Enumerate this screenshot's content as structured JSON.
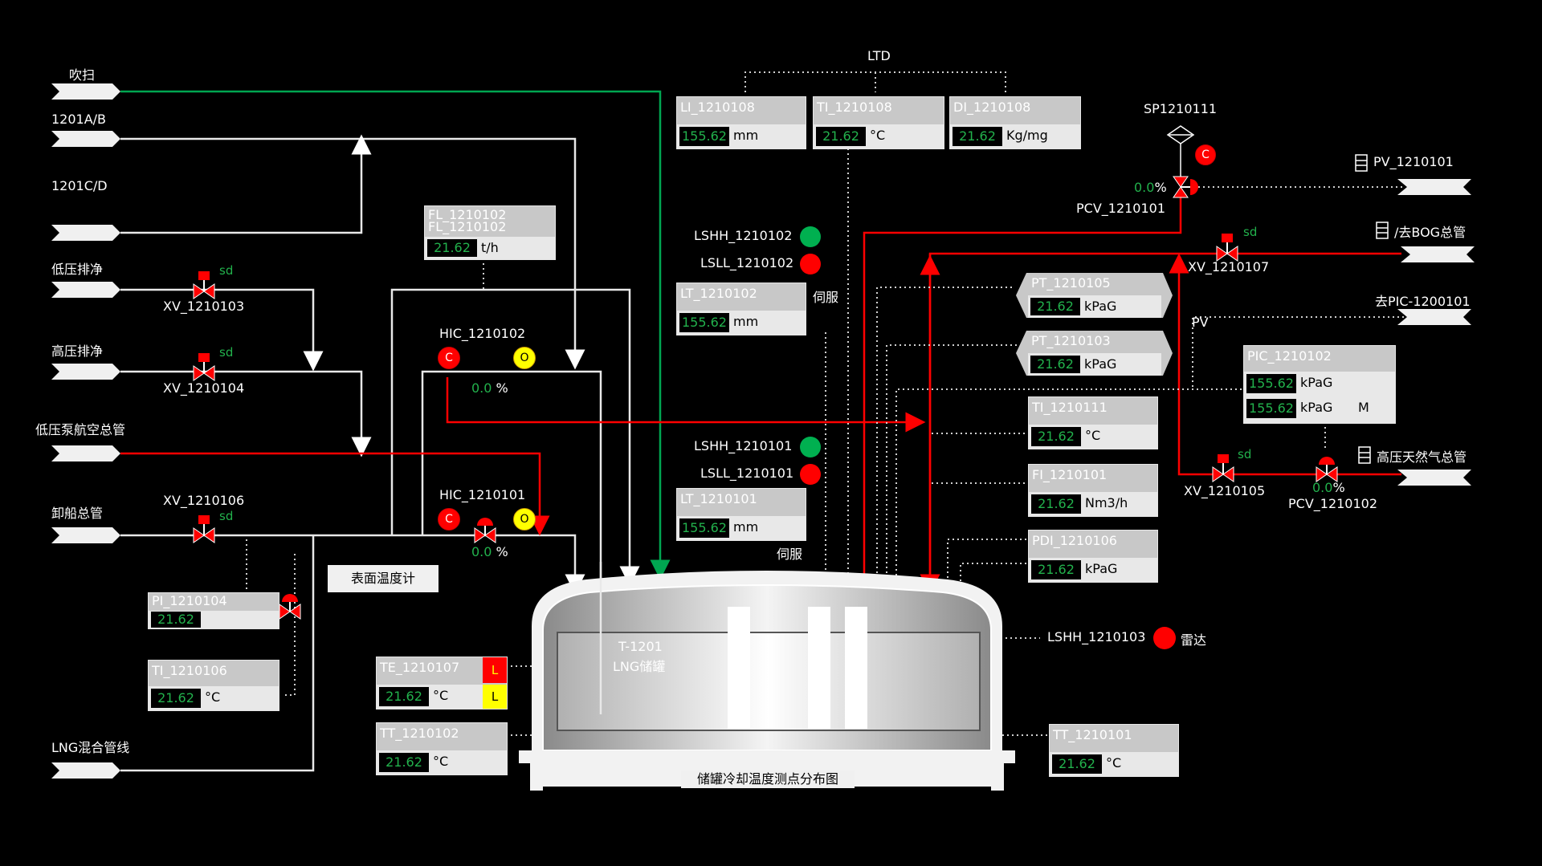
{
  "inlets": {
    "purge": "吹扫",
    "in_1201ab": "1201A/B",
    "in_1201cd": "1201C/D",
    "lp_drain": "低压排净",
    "hp_drain": "高压排净",
    "lp_pump_vent": "低压泵航空总管",
    "unloading": "卸船总管",
    "lng_mix": "LNG混合管线"
  },
  "outlets": {
    "pv": "PV_1210101",
    "bog": "/去BOG总管",
    "pic": "去PIC-1200101",
    "hp_gas": "高压天然气总管"
  },
  "valves": {
    "xv_1210103": "XV_1210103",
    "xv_1210104": "XV_1210104",
    "xv_1210106": "XV_1210106",
    "xv_1210107": "XV_1210107",
    "xv_1210105": "XV_1210105",
    "pcv_1210101": "PCV_1210101",
    "pcv_1210102": "PCV_1210102",
    "sd": "sd"
  },
  "pct": {
    "hic_1210102": "0.0",
    "hic_1210101": "0.0",
    "pcv_1210101": "0.0",
    "pcv_1210102": "0.0",
    "unit": "%"
  },
  "controllers": {
    "hic_1210102": "HIC_1210102",
    "hic_1210101": "HIC_1210101",
    "c": "C",
    "o": "O"
  },
  "misc": {
    "ltd": "LTD",
    "sp": "SP1210111",
    "pv_label": "PV",
    "servo1": "伺服",
    "servo2": "伺服",
    "radar": "雷达",
    "surface_btn": "表面温度计",
    "bottom_btn": "储罐冷却温度测点分布图",
    "tank_name": "T-1201",
    "tank_desc": "LNG储罐",
    "te_l1": "L",
    "te_l2": "L",
    "pic_m": "M"
  },
  "switches": {
    "lshh_1210102": "LSHH_1210102",
    "lsll_1210102": "LSLL_1210102",
    "lshh_1210101": "LSHH_1210101",
    "lsll_1210101": "LSLL_1210101",
    "lshh_1210103": "LSHH_1210103"
  },
  "tags": {
    "li_1210108": {
      "name": "LI_1210108",
      "value": "155.62",
      "unit": "mm"
    },
    "ti_1210108": {
      "name": "TI_1210108",
      "value": "21.62",
      "unit": "°C"
    },
    "di_1210108": {
      "name": "DI_1210108",
      "value": "21.62",
      "unit": "Kg/mg"
    },
    "fl_1210102": {
      "name": "FL_1210102",
      "name2": "FL_1210102",
      "value": "21.62",
      "unit": "t/h"
    },
    "lt_1210102": {
      "name": "LT_1210102",
      "value": "155.62",
      "unit": "mm"
    },
    "lt_1210101": {
      "name": "LT_1210101",
      "value": "155.62",
      "unit": "mm"
    },
    "pt_1210105": {
      "name": "PT_1210105",
      "value": "21.62",
      "unit": "kPaG"
    },
    "pt_1210103": {
      "name": "PT_1210103",
      "value": "21.62",
      "unit": "kPaG"
    },
    "ti_1210111": {
      "name": "TI_1210111",
      "value": "21.62",
      "unit": "°C"
    },
    "fi_1210101": {
      "name": "FI_1210101",
      "value": "21.62",
      "unit": "Nm3/h"
    },
    "pdi_1210106": {
      "name": "PDI_1210106",
      "value": "21.62",
      "unit": "kPaG"
    },
    "pic_1210102": {
      "name": "PIC_1210102",
      "value1": "155.62",
      "value2": "155.62",
      "unit": "kPaG"
    },
    "pi_1210104": {
      "name": "PI_1210104",
      "value": "21.62"
    },
    "ti_1210106": {
      "name": "TI_1210106",
      "value": "21.62",
      "unit": "°C"
    },
    "te_1210107": {
      "name": "TE_1210107",
      "value": "21.62",
      "unit": "°C"
    },
    "tt_1210102": {
      "name": "TT_1210102",
      "value": "21.62",
      "unit": "°C"
    },
    "tt_1210101": {
      "name": "TT_1210101",
      "value": "21.62",
      "unit": "°C"
    }
  },
  "colors": {
    "green_line": "#00a651",
    "red_line": "#ff0000",
    "value_green": "#22b14c",
    "led_green": "#00b050",
    "led_red": "#ff0000"
  }
}
